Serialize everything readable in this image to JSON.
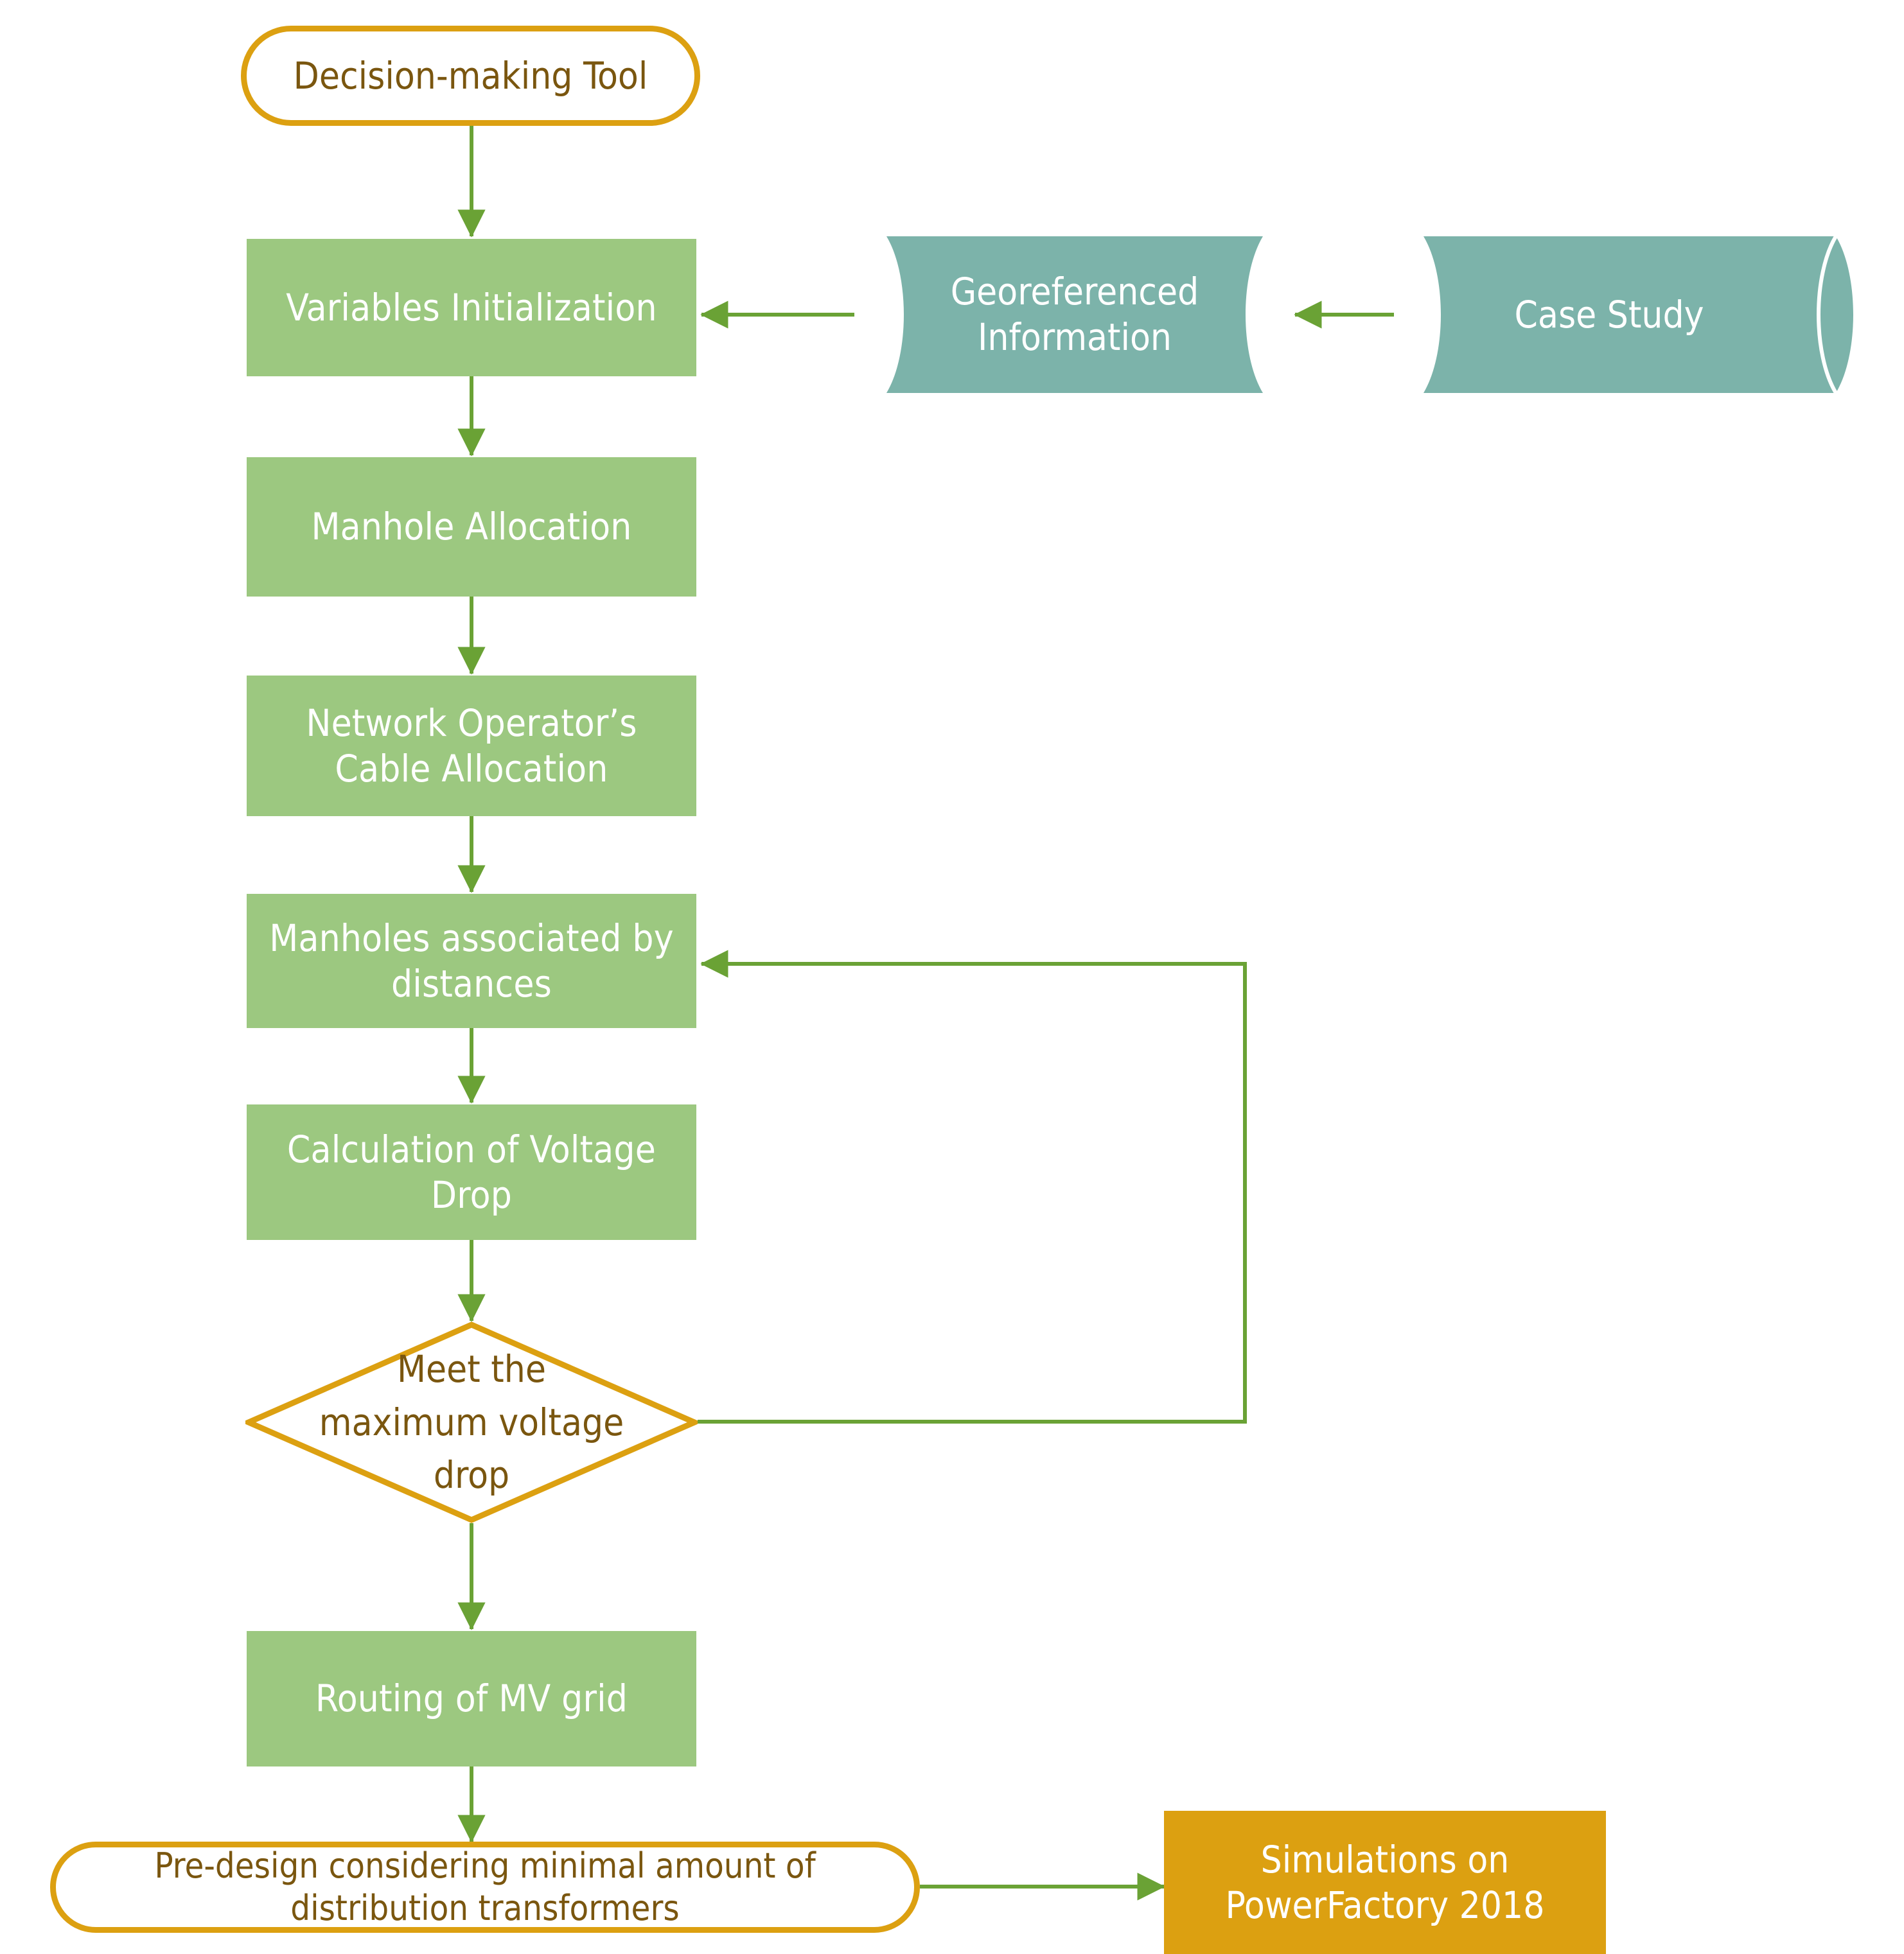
{
  "diagram": {
    "type": "flowchart",
    "title": "Decision-making Tool methodology flowchart",
    "colors": {
      "process_fill": "#9CC880",
      "process_text": "#FFFFFF",
      "terminator_border": "#DCA011",
      "terminator_text": "#7A560F",
      "database_fill": "#7CB3AA",
      "database_text": "#FFFFFF",
      "decision_border": "#DCA011",
      "decision_text": "#7A560F",
      "highlight_fill": "#DCA011",
      "highlight_text": "#FFFFFF",
      "arrow": "#6AA235",
      "background": "#FFFFFF"
    },
    "nodes": [
      {
        "id": "start",
        "shape": "terminator",
        "label": "Decision-making Tool"
      },
      {
        "id": "vars",
        "shape": "process",
        "label": "Variables Initialization"
      },
      {
        "id": "geo",
        "shape": "database",
        "label": "Georeferenced\nInformation"
      },
      {
        "id": "case",
        "shape": "database",
        "label": "Case Study"
      },
      {
        "id": "manhole",
        "shape": "process",
        "label": "Manhole Allocation"
      },
      {
        "id": "cable",
        "shape": "process",
        "label": "Network Operator’s\nCable Allocation"
      },
      {
        "id": "assoc",
        "shape": "process",
        "label": "Manholes associated by\ndistances"
      },
      {
        "id": "voltage",
        "shape": "process",
        "label": "Calculation of Voltage\nDrop"
      },
      {
        "id": "decision",
        "shape": "decision",
        "label": "Meet the\nmaximum voltage\ndrop"
      },
      {
        "id": "routing",
        "shape": "process",
        "label": "Routing of MV grid"
      },
      {
        "id": "predesign",
        "shape": "terminator",
        "label": "Pre-design considering minimal amount of\ndistribution transformers"
      },
      {
        "id": "simulations",
        "shape": "highlight",
        "label": "Simulations on\nPowerFactory 2018"
      }
    ],
    "edges": [
      {
        "from": "start",
        "to": "vars",
        "label": ""
      },
      {
        "from": "case",
        "to": "geo",
        "label": ""
      },
      {
        "from": "geo",
        "to": "vars",
        "label": ""
      },
      {
        "from": "vars",
        "to": "manhole",
        "label": ""
      },
      {
        "from": "manhole",
        "to": "cable",
        "label": ""
      },
      {
        "from": "cable",
        "to": "assoc",
        "label": ""
      },
      {
        "from": "assoc",
        "to": "voltage",
        "label": ""
      },
      {
        "from": "voltage",
        "to": "decision",
        "label": ""
      },
      {
        "from": "decision",
        "to": "assoc",
        "label": ""
      },
      {
        "from": "decision",
        "to": "routing",
        "label": ""
      },
      {
        "from": "routing",
        "to": "predesign",
        "label": ""
      },
      {
        "from": "predesign",
        "to": "simulations",
        "label": ""
      }
    ]
  }
}
